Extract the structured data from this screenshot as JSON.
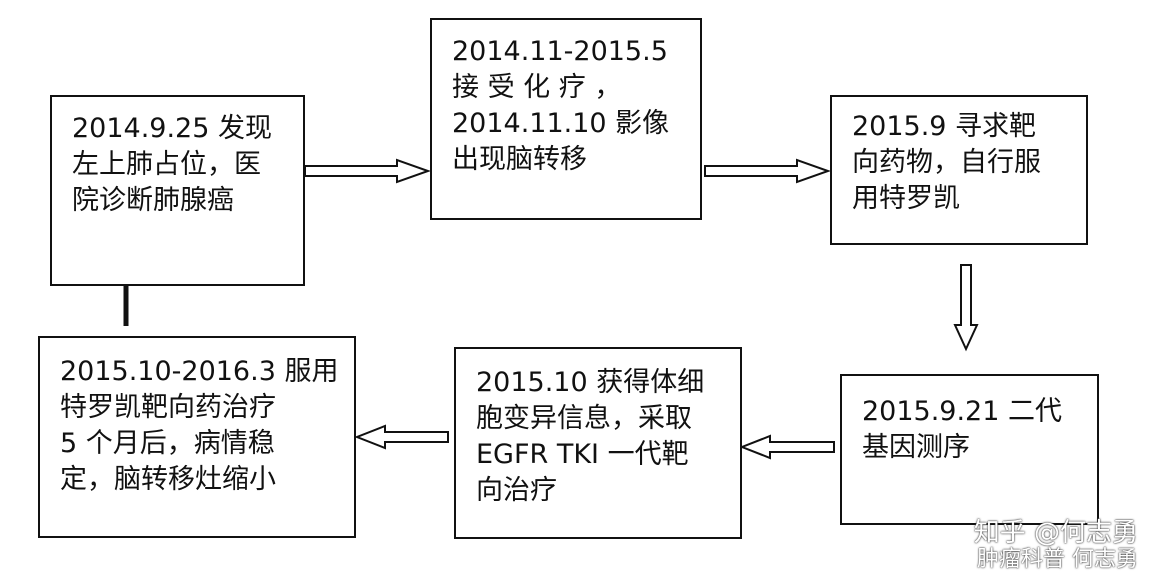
{
  "nodes": {
    "n1": {
      "lines": [
        "2014.9.25 发现",
        "左上肺占位，医",
        "院诊断肺腺癌"
      ]
    },
    "n2": {
      "lines": [
        "2014.11-2015.5",
        "接 受 化 疗 ，",
        "2014.11.10 影像",
        "出现脑转移"
      ]
    },
    "n3": {
      "lines": [
        "2015.9 寻求靶",
        "向药物，自行服",
        "用特罗凯"
      ]
    },
    "n4": {
      "lines": [
        "2015.9.21 二代",
        "基因测序"
      ]
    },
    "n5": {
      "lines": [
        "2015.10 获得体细",
        "胞变异信息，采取",
        "EGFR TKI 一代靶",
        "向治疗"
      ]
    },
    "n6": {
      "lines": [
        "2015.10-2016.3 服用",
        "特罗凯靶向药治疗",
        "5 个月后，病情稳",
        "定，脑转移灶缩小"
      ]
    }
  },
  "watermark": {
    "line1": "知乎 @何志勇",
    "line2": "肿瘤科普 何志勇"
  }
}
